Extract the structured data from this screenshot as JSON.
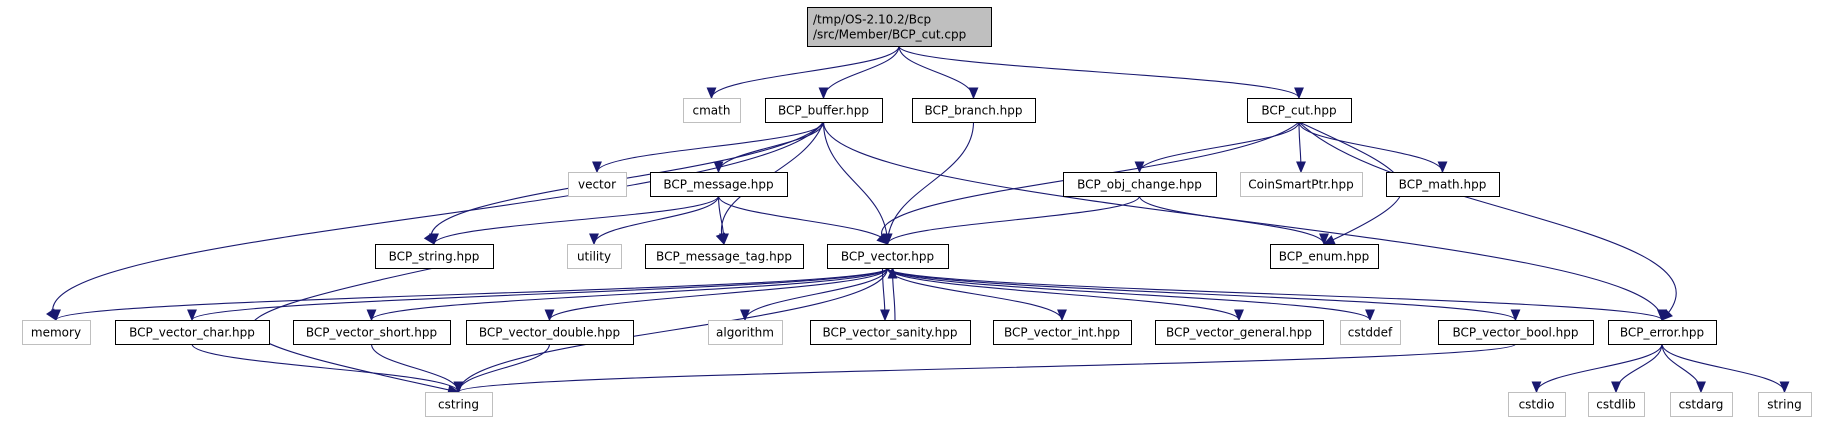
{
  "colors": {
    "edge": "#191970",
    "root_fill": "#bfbfbf",
    "documented_border": "#000000",
    "external_border": "#bfbfbf",
    "external_text": "#595959",
    "text": "#000000"
  },
  "nodes": [
    {
      "id": "root",
      "lines": [
        "/tmp/OS-2.10.2/Bcp",
        "/src/Member/BCP_cut.cpp"
      ],
      "kind": "root"
    },
    {
      "id": "cmath",
      "lines": [
        "cmath"
      ],
      "kind": "external"
    },
    {
      "id": "buffer",
      "lines": [
        "BCP_buffer.hpp"
      ],
      "kind": "documented"
    },
    {
      "id": "branch",
      "lines": [
        "BCP_branch.hpp"
      ],
      "kind": "documented"
    },
    {
      "id": "cut",
      "lines": [
        "BCP_cut.hpp"
      ],
      "kind": "documented"
    },
    {
      "id": "vector_std",
      "lines": [
        "vector"
      ],
      "kind": "external"
    },
    {
      "id": "message",
      "lines": [
        "BCP_message.hpp"
      ],
      "kind": "documented"
    },
    {
      "id": "obj_change",
      "lines": [
        "BCP_obj_change.hpp"
      ],
      "kind": "documented"
    },
    {
      "id": "coinsmartptr",
      "lines": [
        "CoinSmartPtr.hpp"
      ],
      "kind": "external"
    },
    {
      "id": "math",
      "lines": [
        "BCP_math.hpp"
      ],
      "kind": "documented"
    },
    {
      "id": "string_hpp",
      "lines": [
        "BCP_string.hpp"
      ],
      "kind": "documented"
    },
    {
      "id": "utility",
      "lines": [
        "utility"
      ],
      "kind": "external"
    },
    {
      "id": "message_tag",
      "lines": [
        "BCP_message_tag.hpp"
      ],
      "kind": "documented"
    },
    {
      "id": "bvector",
      "lines": [
        "BCP_vector.hpp"
      ],
      "kind": "documented"
    },
    {
      "id": "enum",
      "lines": [
        "BCP_enum.hpp"
      ],
      "kind": "documented"
    },
    {
      "id": "memory",
      "lines": [
        "memory"
      ],
      "kind": "external"
    },
    {
      "id": "vchar",
      "lines": [
        "BCP_vector_char.hpp"
      ],
      "kind": "documented"
    },
    {
      "id": "vshort",
      "lines": [
        "BCP_vector_short.hpp"
      ],
      "kind": "documented"
    },
    {
      "id": "vdouble",
      "lines": [
        "BCP_vector_double.hpp"
      ],
      "kind": "documented"
    },
    {
      "id": "algorithm",
      "lines": [
        "algorithm"
      ],
      "kind": "external"
    },
    {
      "id": "vsanity",
      "lines": [
        "BCP_vector_sanity.hpp"
      ],
      "kind": "documented"
    },
    {
      "id": "vint",
      "lines": [
        "BCP_vector_int.hpp"
      ],
      "kind": "documented"
    },
    {
      "id": "vgeneral",
      "lines": [
        "BCP_vector_general.hpp"
      ],
      "kind": "documented"
    },
    {
      "id": "cstddef",
      "lines": [
        "cstddef"
      ],
      "kind": "external"
    },
    {
      "id": "vbool",
      "lines": [
        "BCP_vector_bool.hpp"
      ],
      "kind": "documented"
    },
    {
      "id": "error",
      "lines": [
        "BCP_error.hpp"
      ],
      "kind": "documented"
    },
    {
      "id": "cstring",
      "lines": [
        "cstring"
      ],
      "kind": "external"
    },
    {
      "id": "cstdio",
      "lines": [
        "cstdio"
      ],
      "kind": "external"
    },
    {
      "id": "cstdlib",
      "lines": [
        "cstdlib"
      ],
      "kind": "external"
    },
    {
      "id": "cstdarg",
      "lines": [
        "cstdarg"
      ],
      "kind": "external"
    },
    {
      "id": "string_std",
      "lines": [
        "string"
      ],
      "kind": "external"
    }
  ],
  "edges": [
    {
      "from": "root",
      "to": "cmath"
    },
    {
      "from": "root",
      "to": "buffer"
    },
    {
      "from": "root",
      "to": "branch"
    },
    {
      "from": "root",
      "to": "cut"
    },
    {
      "from": "buffer",
      "to": "vector_std"
    },
    {
      "from": "buffer",
      "to": "message"
    },
    {
      "from": "buffer",
      "to": "string_hpp"
    },
    {
      "from": "buffer",
      "to": "memory"
    },
    {
      "from": "buffer",
      "to": "message_tag"
    },
    {
      "from": "buffer",
      "to": "bvector"
    },
    {
      "from": "buffer",
      "to": "error"
    },
    {
      "from": "branch",
      "to": "bvector"
    },
    {
      "from": "cut",
      "to": "obj_change"
    },
    {
      "from": "cut",
      "to": "coinsmartptr"
    },
    {
      "from": "cut",
      "to": "math"
    },
    {
      "from": "cut",
      "to": "bvector"
    },
    {
      "from": "cut",
      "to": "enum"
    },
    {
      "from": "cut",
      "to": "error"
    },
    {
      "from": "message",
      "to": "string_hpp"
    },
    {
      "from": "message",
      "to": "utility"
    },
    {
      "from": "message",
      "to": "message_tag"
    },
    {
      "from": "message",
      "to": "bvector"
    },
    {
      "from": "obj_change",
      "to": "bvector"
    },
    {
      "from": "obj_change",
      "to": "enum"
    },
    {
      "from": "string_hpp",
      "to": "cstring"
    },
    {
      "from": "bvector",
      "to": "memory"
    },
    {
      "from": "bvector",
      "to": "vchar"
    },
    {
      "from": "bvector",
      "to": "vshort"
    },
    {
      "from": "bvector",
      "to": "vdouble"
    },
    {
      "from": "bvector",
      "to": "algorithm"
    },
    {
      "from": "bvector",
      "to": "vsanity"
    },
    {
      "from": "bvector",
      "to": "vint"
    },
    {
      "from": "bvector",
      "to": "vgeneral"
    },
    {
      "from": "bvector",
      "to": "cstddef"
    },
    {
      "from": "bvector",
      "to": "vbool"
    },
    {
      "from": "bvector",
      "to": "error"
    },
    {
      "from": "bvector",
      "to": "cstring"
    },
    {
      "from": "vsanity",
      "to": "bvector"
    },
    {
      "from": "vchar",
      "to": "cstring"
    },
    {
      "from": "vshort",
      "to": "cstring"
    },
    {
      "from": "vdouble",
      "to": "cstring"
    },
    {
      "from": "vbool",
      "to": "cstring"
    },
    {
      "from": "error",
      "to": "cstdio"
    },
    {
      "from": "error",
      "to": "cstdlib"
    },
    {
      "from": "error",
      "to": "cstdarg"
    },
    {
      "from": "error",
      "to": "string_std"
    }
  ]
}
